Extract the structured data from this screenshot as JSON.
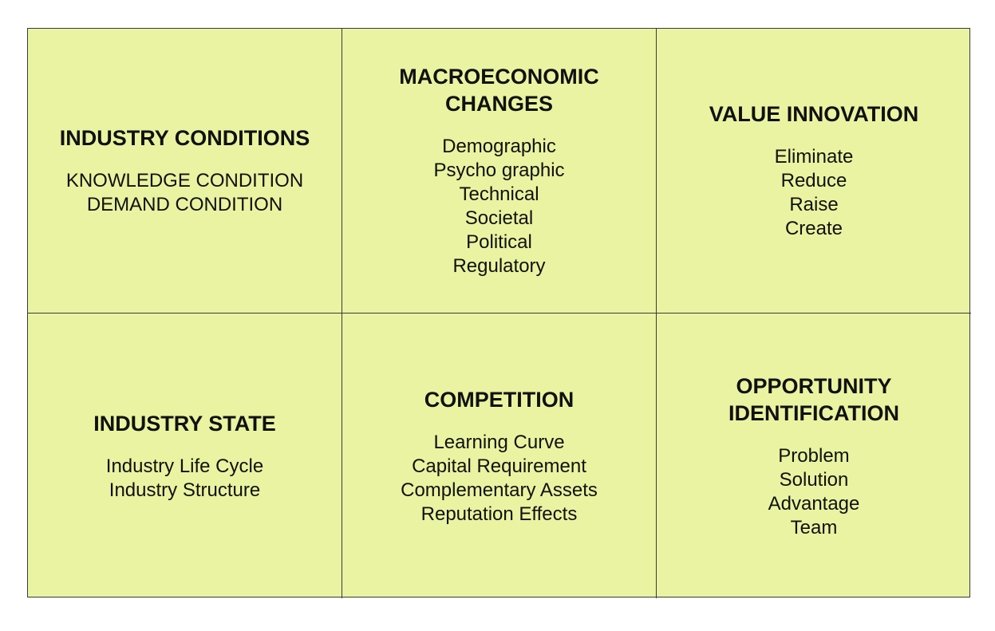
{
  "cells": [
    {
      "title": "INDUSTRY CONDITIONS",
      "items": [
        "KNOWLEDGE CONDITION",
        "DEMAND CONDITION"
      ]
    },
    {
      "title": "MACROECONOMIC\nCHANGES",
      "items": [
        "Demographic",
        "Psycho graphic",
        "Technical",
        "Societal",
        "Political",
        "Regulatory"
      ]
    },
    {
      "title": "VALUE INNOVATION",
      "items": [
        "Eliminate",
        "Reduce",
        "Raise",
        "Create"
      ]
    },
    {
      "title": "INDUSTRY STATE",
      "items": [
        "Industry Life Cycle",
        "Industry Structure"
      ]
    },
    {
      "title": "COMPETITION",
      "items": [
        "Learning Curve",
        "Capital Requirement",
        "Complementary Assets",
        "Reputation Effects"
      ]
    },
    {
      "title": "OPPORTUNITY\nIDENTIFICATION",
      "items": [
        "Problem",
        "Solution",
        "Advantage",
        "Team"
      ]
    }
  ],
  "colors": {
    "cell_background": "#eaf3a1",
    "border": "#3a3a3a",
    "text": "#111111"
  }
}
